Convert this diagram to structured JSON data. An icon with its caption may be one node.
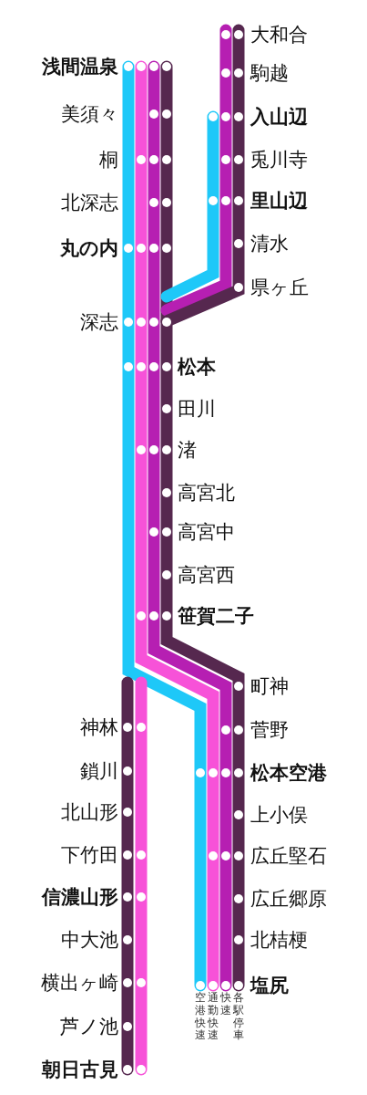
{
  "diagram": {
    "labels": [
      "大和合",
      "浅間温泉",
      "駒越",
      "美須々",
      "入山辺",
      "桐",
      "兎川寺",
      "北深志",
      "里山辺",
      "丸の内",
      "清水",
      "県ヶ丘",
      "深志",
      "松本",
      "田川",
      "渚",
      "高宮北",
      "高宮中",
      "高宮西",
      "笹賀二子",
      "町神",
      "神林",
      "菅野",
      "鎖川",
      "松本空港",
      "北山形",
      "上小俣",
      "下竹田",
      "広丘堅石",
      "信濃山形",
      "広丘郷原",
      "中大池",
      "北桔梗",
      "横出ヶ崎",
      "塩尻",
      "空港快速",
      "通勤快速",
      "快速",
      "各駅停車",
      "芦ノ池",
      "朝日古見"
    ]
  }
}
